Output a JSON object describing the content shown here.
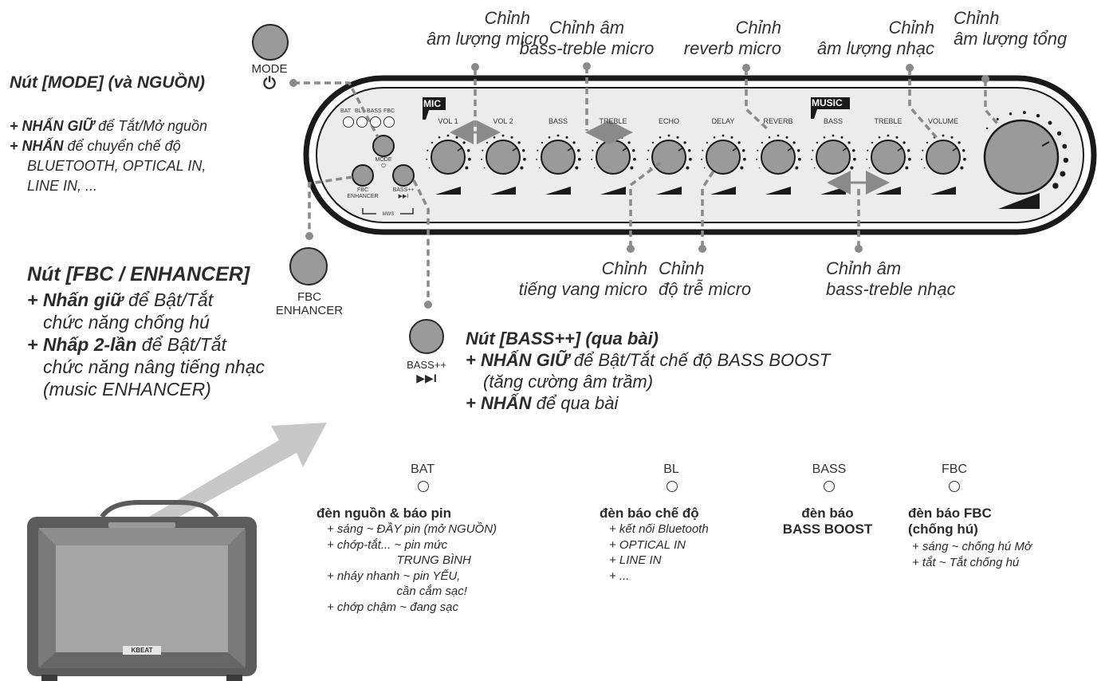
{
  "panel": {
    "mic_tag": "MIC",
    "music_tag": "MUSIC",
    "knob_labels": [
      "VOL 1",
      "VOL 2",
      "BASS",
      "TREBLE",
      "ECHO",
      "DELAY",
      "REVERB",
      "BASS",
      "TREBLE",
      "VOLUME"
    ],
    "indicators": [
      "BAT",
      "BL",
      "BASS",
      "FBC"
    ],
    "mode_label": "MODE",
    "fbc_label_1": "FBC",
    "fbc_label_2": "ENHANCER",
    "bass_label": "BASS++",
    "next_symbol": "▶▶I",
    "power_symbol": "⏻",
    "mws_label": "MWS"
  },
  "callouts_top": [
    "Chỉnh\nâm lượng micro",
    "Chỉnh âm\nbass-treble micro",
    "Chỉnh\nreverb micro",
    "Chỉnh\nâm lượng nhạc",
    "Chỉnh\nâm lượng tổng"
  ],
  "callouts_bottom": [
    "Chỉnh\ntiếng vang micro",
    "Chỉnh\nđộ trễ micro",
    "Chỉnh âm\nbass-treble nhạc"
  ],
  "mode_section": {
    "button_label": "MODE",
    "button_symbol": "⏻",
    "title": "Nút [MODE] (và NGUỒN)",
    "line1_bold": "+ NHẤN GIỮ",
    "line1_rest": " để Tắt/Mở nguồn",
    "line2_bold": "+ NHẤN",
    "line2_rest": " để chuyển chế độ",
    "line3": "BLUETOOTH, OPTICAL IN,",
    "line4": "LINE IN, ..."
  },
  "fbc_section": {
    "title": "Nút [FBC / ENHANCER]",
    "line1_bold": "+ Nhấn giữ",
    "line1_rest": " để Bật/Tắt",
    "line2": "chức năng chống hú",
    "line3_bold": "+ Nhấp 2-lần",
    "line3_rest": " để Bật/Tắt",
    "line4": "chức năng nâng tiếng nhạc",
    "line5": "(music ENHANCER)",
    "button_label_1": "FBC",
    "button_label_2": "ENHANCER"
  },
  "bass_section": {
    "title": "Nút [BASS++] (qua bài)",
    "line1_bold": "+ NHẤN GIỮ",
    "line1_rest": " để Bật/Tắt chế độ BASS BOOST",
    "line2": "(tăng cường âm trầm)",
    "line3_bold": "+ NHẤN",
    "line3_rest": " để qua bài",
    "button_label": "BASS++",
    "button_symbol": "▶▶I"
  },
  "legend": [
    {
      "code": "BAT",
      "title": "đèn nguồn & báo pin",
      "lines": [
        "+ sáng ~ ĐẦY pin (mở NGUỒN)",
        "+ chớp-tắt... ~ pin mức",
        "                     TRUNG BÌNH",
        "+ nháy nhanh ~ pin YẾU,",
        "                     cần cắm sạc!",
        "+ chớp chậm ~ đang sạc"
      ]
    },
    {
      "code": "BL",
      "title": "đèn báo chế độ",
      "lines": [
        "+ kết nối Bluetooth",
        "+ OPTICAL IN",
        "+ LINE IN",
        "+ ..."
      ]
    },
    {
      "code": "BASS",
      "title": "đèn báo\nBASS BOOST",
      "lines": []
    },
    {
      "code": "FBC",
      "title": "đèn báo FBC\n(chống hú)",
      "lines": [
        "+ sáng ~ chống hú Mở",
        "+ tắt ~ Tắt chống hú"
      ]
    }
  ],
  "speaker_brand": "KBEAT"
}
